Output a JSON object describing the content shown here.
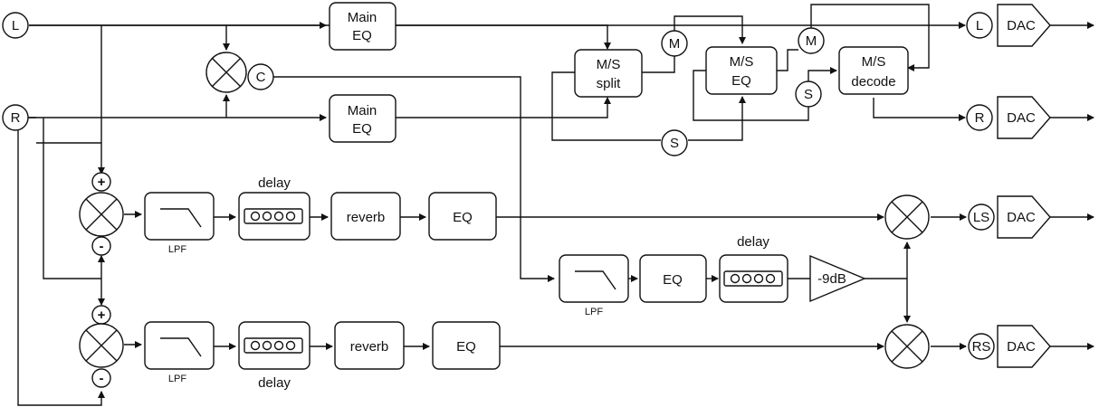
{
  "nodes": {
    "in_l": "L",
    "in_r": "R",
    "center": "C",
    "main_eq_top": [
      "Main",
      "EQ"
    ],
    "main_eq_bottom": [
      "Main",
      "EQ"
    ],
    "ms_split": [
      "M/S",
      "split"
    ],
    "ms_eq": [
      "M/S",
      "EQ"
    ],
    "ms_decode": [
      "M/S",
      "decode"
    ],
    "m_label_1": "M",
    "m_label_2": "M",
    "s_label_1": "S",
    "s_label_2": "S",
    "out_l": "L",
    "out_r": "R",
    "out_ls": "LS",
    "out_rs": "RS",
    "dac": "DAC",
    "plus": "+",
    "minus": "-",
    "lpf": "LPF",
    "delay": "delay",
    "reverb": "reverb",
    "eq": "EQ",
    "gain": "-9dB"
  },
  "colors": {
    "stroke": "#111111",
    "fill": "#ffffff"
  }
}
